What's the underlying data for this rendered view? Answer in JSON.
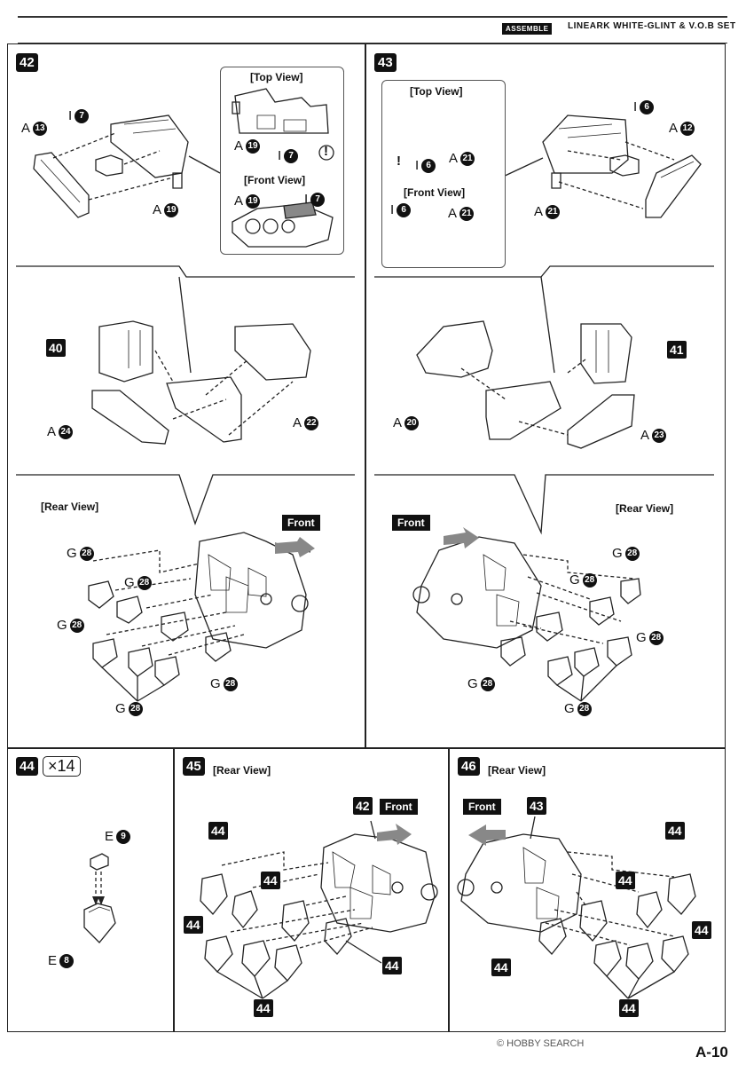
{
  "header": {
    "badge": "ASSEMBLE",
    "title": "LINEARK WHITE-GLINT & V.O.B SET"
  },
  "views": {
    "top": "[Top View]",
    "front": "[Front View]",
    "rear": "[Rear View]",
    "front_tag": "Front"
  },
  "step42": {
    "num": "42",
    "parts": [
      {
        "letter": "A",
        "num": "13"
      },
      {
        "letter": "I",
        "num": "7"
      },
      {
        "letter": "A",
        "num": "19"
      },
      {
        "letter": "A",
        "num": "19"
      },
      {
        "letter": "I",
        "num": "7"
      },
      {
        "letter": "A",
        "num": "19"
      },
      {
        "letter": "I",
        "num": "7"
      }
    ],
    "warn": "!",
    "mid": {
      "box": "40",
      "parts": [
        {
          "letter": "A",
          "num": "24"
        },
        {
          "letter": "A",
          "num": "22"
        }
      ]
    },
    "rear_parts": [
      {
        "letter": "G",
        "num": "28"
      },
      {
        "letter": "G",
        "num": "28"
      },
      {
        "letter": "G",
        "num": "28"
      },
      {
        "letter": "G",
        "num": "28"
      },
      {
        "letter": "G",
        "num": "28"
      }
    ]
  },
  "step43": {
    "num": "43",
    "parts": [
      {
        "letter": "I",
        "num": "6"
      },
      {
        "letter": "A",
        "num": "12"
      },
      {
        "letter": "A",
        "num": "21"
      },
      {
        "letter": "I",
        "num": "6"
      },
      {
        "letter": "A",
        "num": "21"
      },
      {
        "letter": "I",
        "num": "6"
      },
      {
        "letter": "A",
        "num": "21"
      }
    ],
    "warn": "!",
    "mid": {
      "box": "41",
      "parts": [
        {
          "letter": "A",
          "num": "20"
        },
        {
          "letter": "A",
          "num": "23"
        }
      ]
    },
    "rear_parts": [
      {
        "letter": "G",
        "num": "28"
      },
      {
        "letter": "G",
        "num": "28"
      },
      {
        "letter": "G",
        "num": "28"
      },
      {
        "letter": "G",
        "num": "28"
      },
      {
        "letter": "G",
        "num": "28"
      }
    ]
  },
  "step44": {
    "num": "44",
    "multiplier": "×14",
    "parts": [
      {
        "letter": "E",
        "num": "9"
      },
      {
        "letter": "E",
        "num": "8"
      }
    ]
  },
  "step45": {
    "num": "45",
    "ref": "42",
    "sub": "44"
  },
  "step46": {
    "num": "46",
    "ref": "43",
    "sub": "44"
  },
  "footer": {
    "watermark": "© HOBBY SEARCH",
    "page": "A-10"
  }
}
